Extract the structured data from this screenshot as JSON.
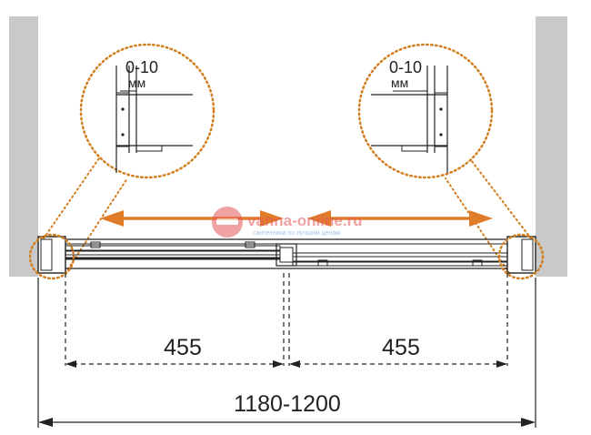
{
  "dimensions": {
    "left_opening": "455",
    "right_opening": "455",
    "total_width": "1180-1200"
  },
  "detail_left": {
    "gap": "0-10",
    "unit": "мм"
  },
  "detail_right": {
    "gap": "0-10",
    "unit": "мм"
  },
  "watermark": {
    "site": "vanna-online.ru",
    "tagline": "сантехника по лучшим ценам"
  },
  "colors": {
    "wall": "#c9c9c9",
    "arrow": "#e07d2a",
    "callout": "#d27d1e",
    "line": "#222222",
    "watermark_red": "#e55656",
    "watermark_blue": "#5b8fcf"
  }
}
